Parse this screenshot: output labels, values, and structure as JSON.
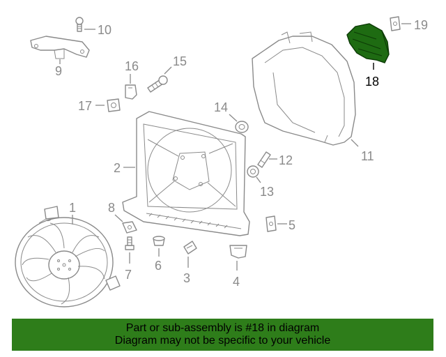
{
  "highlight": {
    "color": "#1e6b12",
    "banner_color": "#2e7d1a"
  },
  "callouts": {
    "c1": "1",
    "c2": "2",
    "c3": "3",
    "c4": "4",
    "c5": "5",
    "c6": "6",
    "c7": "7",
    "c8": "8",
    "c9": "9",
    "c10": "10",
    "c11": "11",
    "c12": "12",
    "c13": "13",
    "c14": "14",
    "c15": "15",
    "c16": "16",
    "c17": "17",
    "c18": "18",
    "c19": "19"
  },
  "banner": {
    "line1": "Part or sub-assembly is #18 in diagram",
    "line2": "Diagram may not be specific to your vehicle"
  }
}
